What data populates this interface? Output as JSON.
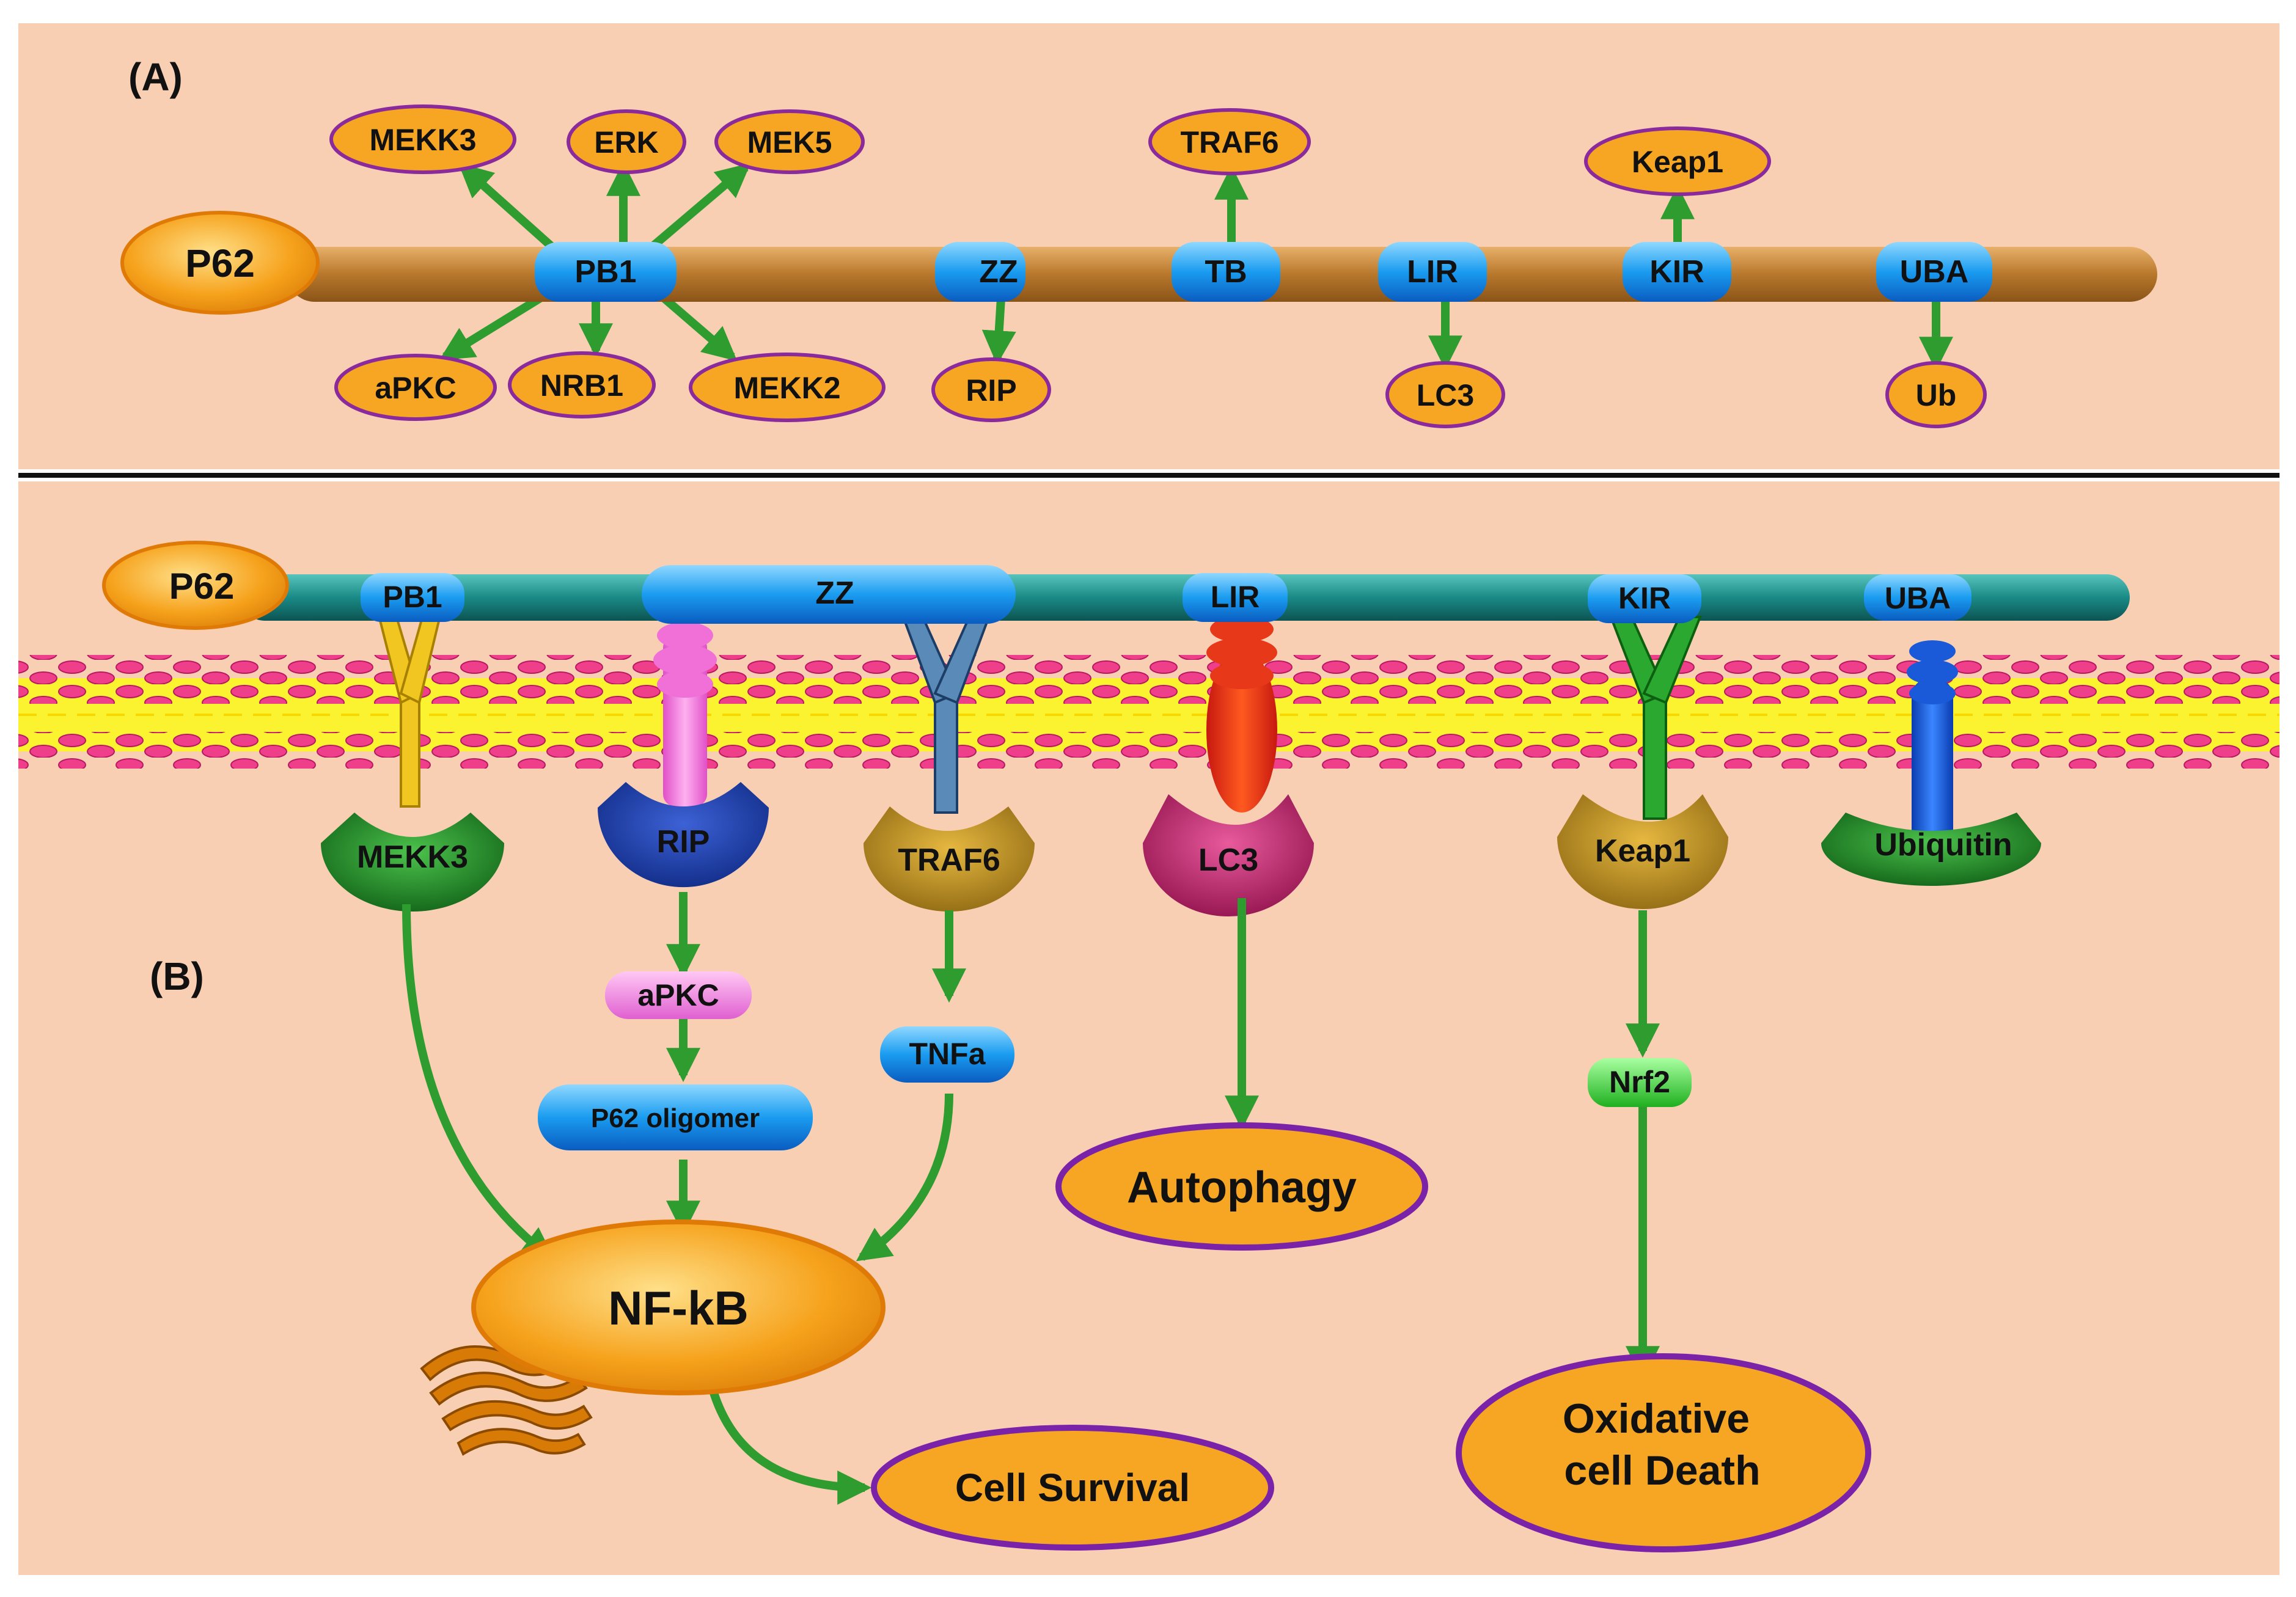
{
  "panel_a": {
    "label": "(A)",
    "protein": "P62",
    "domains": {
      "pb1": "PB1",
      "zz": "ZZ",
      "tb": "TB",
      "lir": "LIR",
      "kir": "KIR",
      "uba": "UBA"
    },
    "partners": {
      "mekk3": "MEKK3",
      "erk": "ERK",
      "mek5": "MEK5",
      "apkc": "aPKC",
      "nrb1": "NRB1",
      "mekk2": "MEKK2",
      "rip": "RIP",
      "traf6": "TRAF6",
      "lc3": "LC3",
      "keap1": "Keap1",
      "ub": "Ub"
    }
  },
  "panel_b": {
    "label": "(B)",
    "protein": "P62",
    "domains": {
      "pb1": "PB1",
      "zz": "ZZ",
      "lir": "LIR",
      "kir": "KIR",
      "uba": "UBA"
    },
    "receptors": {
      "mekk3": "MEKK3",
      "rip": "RIP",
      "traf6": "TRAF6",
      "lc3": "LC3",
      "keap1": "Keap1",
      "ubiquitin": "Ubiquitin"
    },
    "intermediates": {
      "apkc": "aPKC",
      "oligomer": "P62 oligomer",
      "tnfa": "TNFa",
      "nrf2": "Nrf2"
    },
    "outcomes": {
      "nfkb": "NF-kB",
      "survival": "Cell Survival",
      "autophagy": "Autophagy",
      "oxidative_1": "Oxidative",
      "oxidative_2": "cell Death"
    }
  },
  "colors": {
    "background": "#f9cfb4",
    "arrow": "#2e9c2e",
    "partner_fill": "#f6a623",
    "partner_stroke": "#8a2a9c",
    "domain_fill": "#1e9bef",
    "backbone_a": "#c88a3a",
    "backbone_b": "#1e8a86",
    "membrane": "#ef3f8a",
    "membrane_core": "#fbf330"
  }
}
